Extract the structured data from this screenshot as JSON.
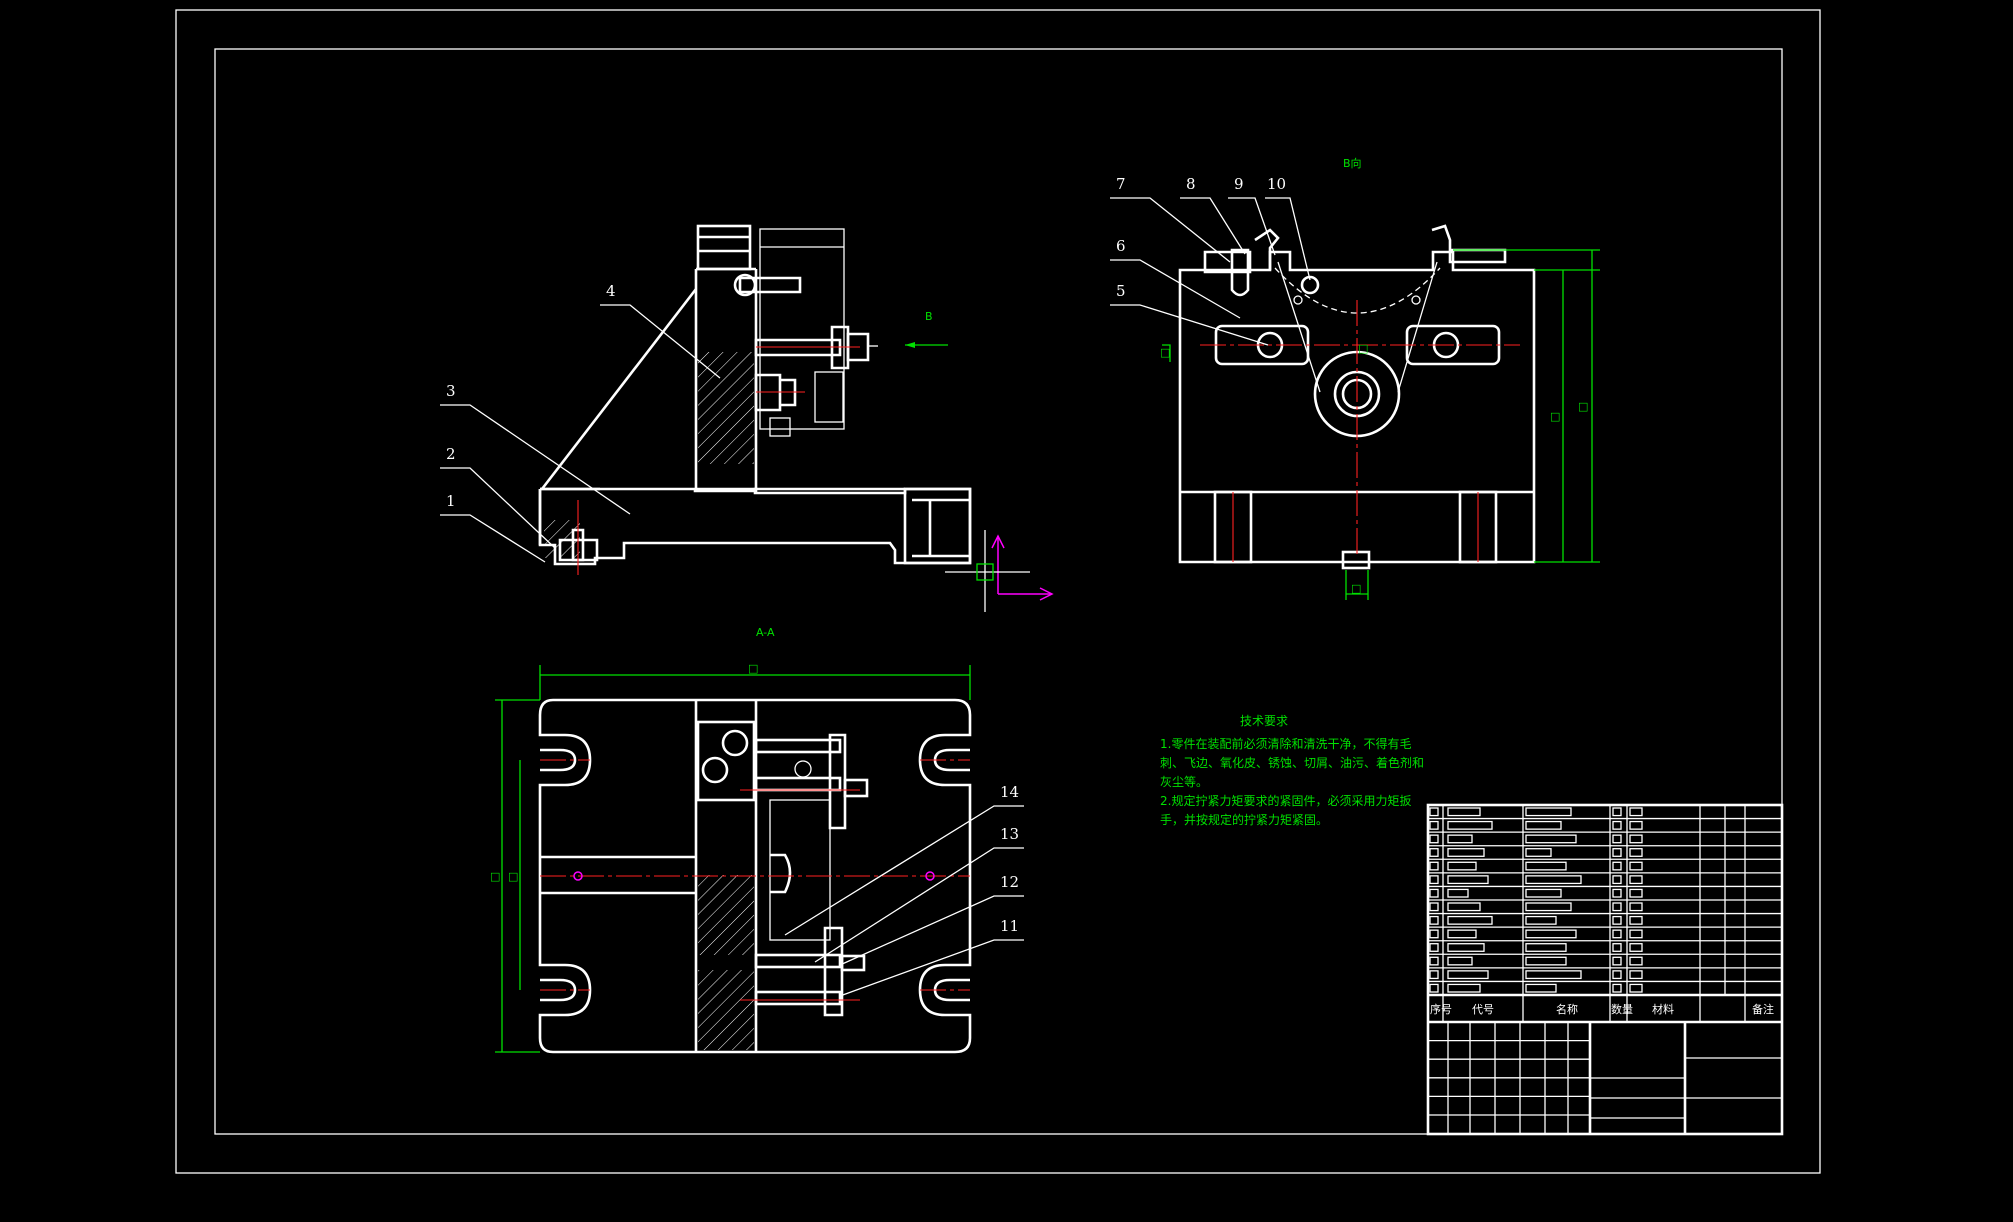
{
  "views": {
    "section_label": "A-A",
    "view_label": "B向",
    "arrow_label": "B"
  },
  "part_numbers": [
    "1",
    "2",
    "3",
    "4",
    "5",
    "6",
    "7",
    "8",
    "9",
    "10",
    "11",
    "12",
    "13",
    "14"
  ],
  "dimension_glyph": "□",
  "technical_requirements": {
    "title": "技术要求",
    "lines": [
      "1.零件在装配前必须清除和清洗干净，不得有毛",
      "刺、飞边、氧化皮、锈蚀、切屑、油污、着色剂和",
      "灰尘等。",
      "2.规定拧紧力矩要求的紧固件，必须采用力矩扳",
      "手，并按规定的拧紧力矩紧固。"
    ]
  },
  "title_block": {
    "headers": [
      "序号",
      "代号",
      "名称",
      "数量",
      "材料",
      "备注"
    ]
  },
  "colors": {
    "background": "#000000",
    "outline": "#ffffff",
    "dimension": "#00e000",
    "centerline": "#ff2020",
    "ucs": "#ff00ff"
  }
}
